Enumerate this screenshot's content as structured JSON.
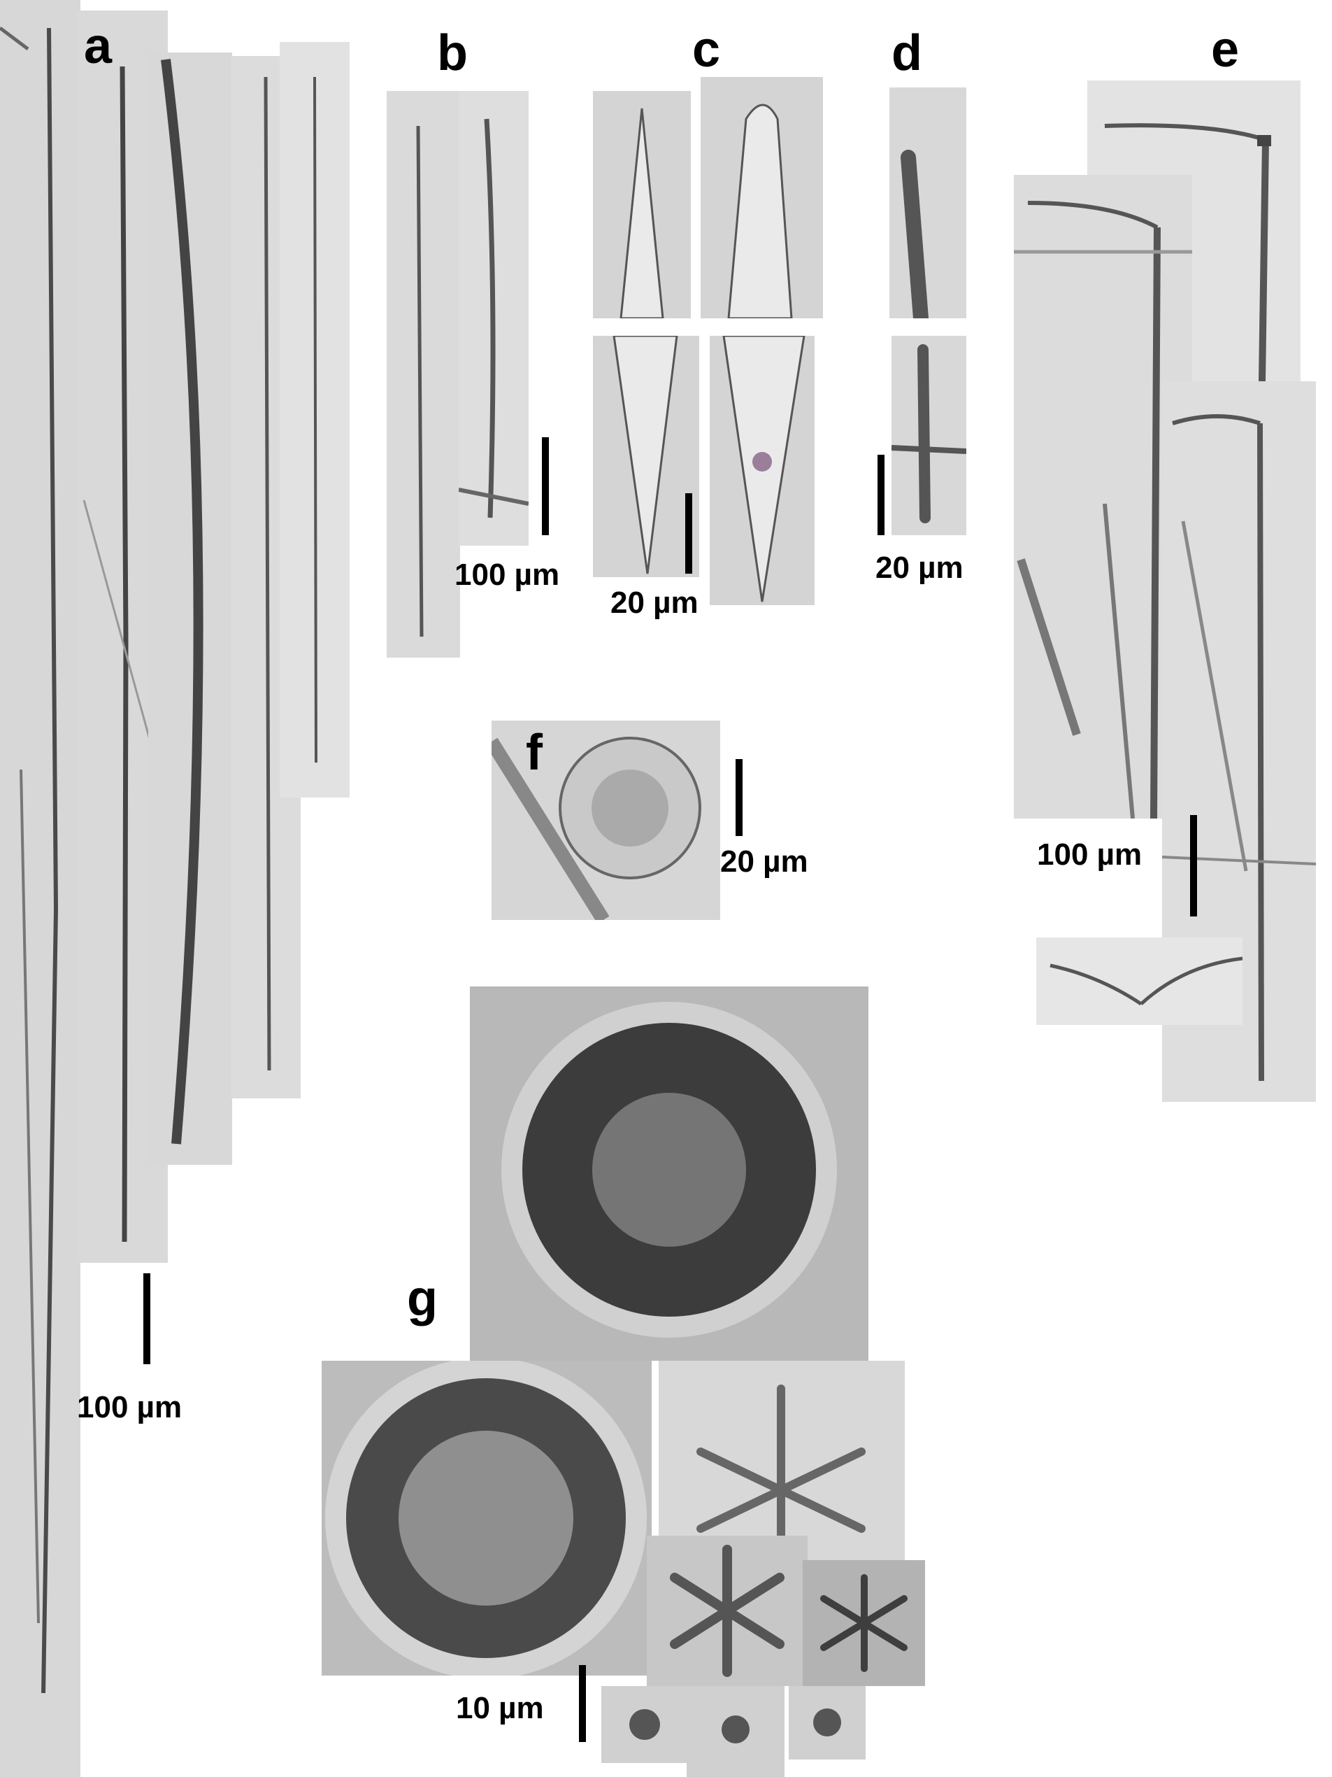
{
  "panels": {
    "a": {
      "label": "a",
      "scale": "100 µm"
    },
    "b": {
      "label": "b",
      "scale": "100 µm"
    },
    "c": {
      "label": "c",
      "scale": "20 µm"
    },
    "d": {
      "label": "d",
      "scale": "20 µm"
    },
    "e": {
      "label": "e",
      "scale": "100 µm"
    },
    "f": {
      "label": "f",
      "scale": "20 µm"
    },
    "g": {
      "label": "g",
      "scale": "10 µm"
    }
  },
  "colors": {
    "background": "#ffffff",
    "plate_light": "#d8d8d8",
    "plate_dark": "#8f8f8f",
    "spicule": "#4a4a4a",
    "label": "#000000"
  }
}
